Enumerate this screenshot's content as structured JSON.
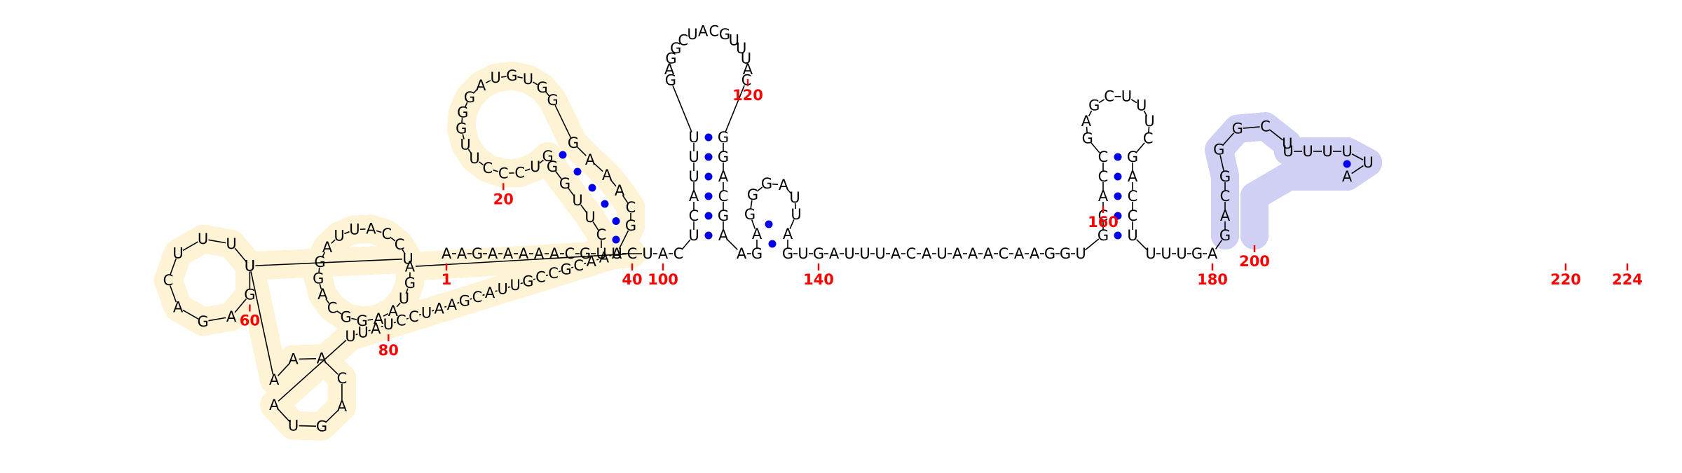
{
  "diagram": {
    "type": "rna-secondary-structure",
    "colors": {
      "nucleotide": "#000000",
      "backbone": "#000000",
      "pair_dot": "#0000ee",
      "numbering": "#ff0000",
      "highlight_yellow_fill": "#fff3d6",
      "highlight_yellow_stroke": "#f2c94c",
      "highlight_yellow_strong": "#f9cf4a",
      "highlight_blue_fill": "#d0d0f5",
      "highlight_blue_stroke": "#6e6ee6",
      "highlight_blue_strong": "#8a8ae8"
    },
    "sequence": "AAGAAAAACGUCUUGGGUCCCUUGGGAUGUGGGAAACGACAGUAAGGCAGGAUUACCUUGAGACUUUUAAACAGUAUUAUCCUAAGCAUUGCCGCAAUUACUCAUUUGAGGCUACGUUUACGGACGAAGAGGGAUUAGUGAUUUACAUAAACAAGGUGCACCGAGCUUUCGACCUUUUGAGACGGGCUUUUUUA",
    "residue_count": 224,
    "numbering": [
      {
        "label": "1",
        "pos": 1
      },
      {
        "label": "20",
        "pos": 20
      },
      {
        "label": "40",
        "pos": 40
      },
      {
        "label": "60",
        "pos": 60
      },
      {
        "label": "80",
        "pos": 80
      },
      {
        "label": "100",
        "pos": 100
      },
      {
        "label": "120",
        "pos": 120
      },
      {
        "label": "140",
        "pos": 140
      },
      {
        "label": "160",
        "pos": 160
      },
      {
        "label": "180",
        "pos": 180
      },
      {
        "label": "200",
        "pos": 200
      },
      {
        "label": "220",
        "pos": 220
      },
      {
        "label": "224",
        "pos": 224
      }
    ]
  }
}
